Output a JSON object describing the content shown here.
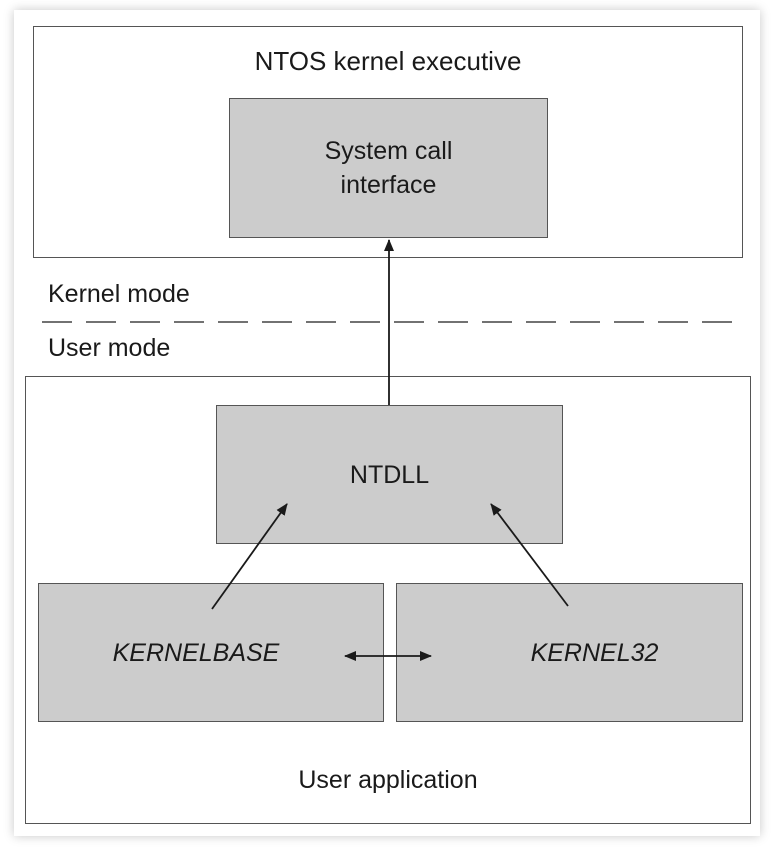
{
  "diagram": {
    "kernel_executive_label": "NTOS kernel executive",
    "system_call_interface_label": "System call\ninterface",
    "kernel_mode_label": "Kernel mode",
    "user_mode_label": "User mode",
    "ntdll_label": "NTDLL",
    "kernelbase_label": "KERNELBASE",
    "kernel32_label": "KERNEL32",
    "user_application_label": "User application"
  },
  "colors": {
    "box_fill": "#cccccc",
    "border": "#555555",
    "text": "#1a1a1a"
  }
}
